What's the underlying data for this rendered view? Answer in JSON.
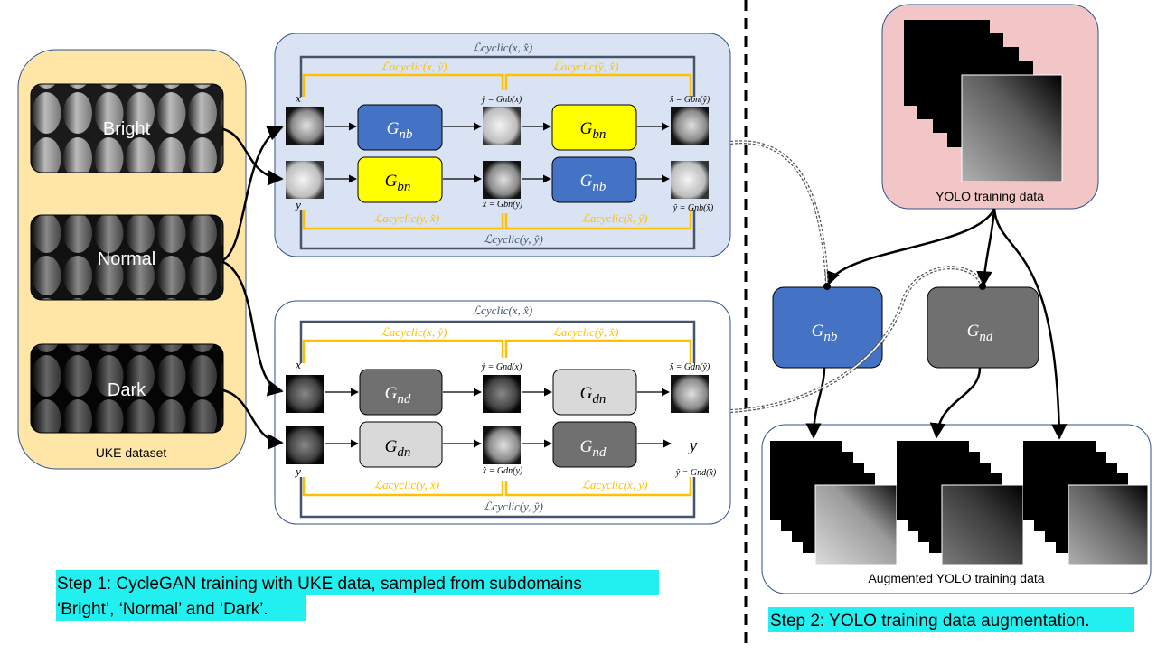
{
  "uke_dataset": {
    "label": "UKE dataset",
    "groups": [
      {
        "label": "Bright"
      },
      {
        "label": "Normal"
      },
      {
        "label": "Dark"
      }
    ]
  },
  "generators": {
    "nb": {
      "sym": "G",
      "sub": "nb",
      "color": "#4472c4"
    },
    "bn": {
      "sym": "G",
      "sub": "bn",
      "color": "#ffff00"
    },
    "nd": {
      "sym": "G",
      "sub": "nd",
      "color": "#707070"
    },
    "dn": {
      "sym": "G",
      "sub": "dn",
      "color": "#d9d9d9"
    }
  },
  "losses": {
    "cyclic_x": "ℒcyclic(x, x̂)",
    "cyclic_y": "ℒcyclic(y, ŷ)",
    "acyclic_x_yhat": "ℒacyclic(x, ŷ)",
    "acyclic_yhat_xhat": "ℒacyclic(ŷ, x̂)",
    "acyclic_y_xhat": "ℒacyclic(y, x̂)",
    "acyclic_xhat_yhat": "ℒacyclic(x̂, ŷ)"
  },
  "top_block": {
    "eq_yhat": "ŷ = Gnb(x)",
    "eq_xhat_top": "x̂ = Gbn(ŷ)",
    "eq_xhat_bottom": "x̂ = Gbn(y)",
    "eq_yhat_bottom": "ŷ = Gnb(x̂)"
  },
  "bottom_block": {
    "eq_yhat": "ŷ = Gnd(x)",
    "eq_xhat_top": "x̂ = Gdn(ŷ)",
    "eq_xhat_bottom": "x̂ = Gdn(y)",
    "eq_yhat_bottom": "ŷ = Gnd(x̂)",
    "output_y": "y"
  },
  "var_x": "x",
  "var_y": "y",
  "yolo_training_data": "YOLO training data",
  "augmented_yolo": "Augmented YOLO training data",
  "step1": "Step 1: CycleGAN training with UKE data, sampled from subdomains ‘Bright’, ‘Normal’ and ‘Dark’.",
  "step1_line1": "Step 1: CycleGAN training with UKE data, sampled from subdomains",
  "step1_line2": "‘Bright’, ‘Normal’ and ‘Dark’.",
  "step2": "Step 2: YOLO training data augmentation.",
  "colors": {
    "uke_bg": "#ffe6a6",
    "block_bg": "#dae3f3",
    "block_border": "#2f528f",
    "cyclic_line": "#44546a",
    "acyclic_line": "#ffc000",
    "yolo_bg": "#f2c6c6",
    "highlight": "#22f0f0"
  }
}
